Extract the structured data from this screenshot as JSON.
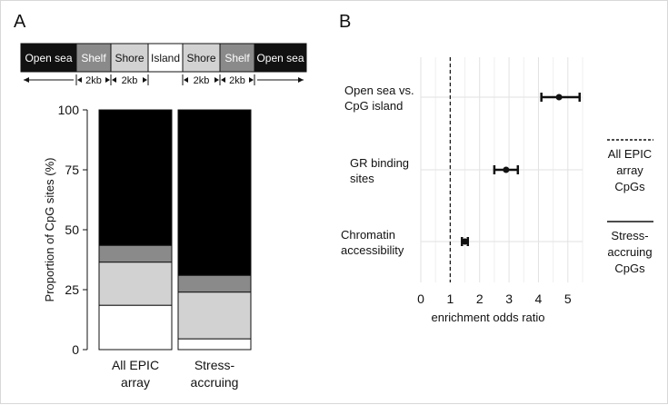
{
  "figure": {
    "panel_a_letter": "A",
    "panel_b_letter": "B"
  },
  "region_diagram": {
    "segments": [
      {
        "label": "Open sea",
        "fill": "#111111",
        "text_color": "#ffffff"
      },
      {
        "label": "Shelf",
        "fill": "#8a8a8a",
        "text_color": "#ffffff"
      },
      {
        "label": "Shore",
        "fill": "#d2d2d2",
        "text_color": "#111111"
      },
      {
        "label": "Island",
        "fill": "#ffffff",
        "text_color": "#111111"
      },
      {
        "label": "Shore",
        "fill": "#d2d2d2",
        "text_color": "#111111"
      },
      {
        "label": "Shelf",
        "fill": "#8a8a8a",
        "text_color": "#ffffff"
      },
      {
        "label": "Open sea",
        "fill": "#111111",
        "text_color": "#ffffff"
      }
    ],
    "distance_labels": [
      "2kb",
      "2kb",
      "2kb",
      "2kb"
    ]
  },
  "chart_data": [
    {
      "type": "bar",
      "stacked": true,
      "panel": "A",
      "ylabel": "Proportion of CpG sites (%)",
      "ylim": [
        0,
        100
      ],
      "yticks": [
        "0",
        "25",
        "50",
        "75",
        "100"
      ],
      "categories": [
        {
          "line1": "All EPIC",
          "line2": "array"
        },
        {
          "line1": "Stress-",
          "line2": "accruing"
        }
      ],
      "series": [
        {
          "region": "Island",
          "color": "#ffffff",
          "values": [
            18.5,
            4.5
          ]
        },
        {
          "region": "Shore",
          "color": "#d2d2d2",
          "values": [
            18,
            19.5
          ]
        },
        {
          "region": "Shelf",
          "color": "#8a8a8a",
          "values": [
            7,
            7
          ]
        },
        {
          "region": "Open sea",
          "color": "#000000",
          "values": [
            56.5,
            69
          ]
        }
      ]
    },
    {
      "type": "scatter",
      "panel": "B",
      "xlabel": "enrichment odds ratio",
      "xlim": [
        0,
        5.5
      ],
      "xticks": [
        "0",
        "1",
        "2",
        "3",
        "4",
        "5"
      ],
      "reference_x": 1,
      "rows": [
        {
          "line1": "Open sea vs.",
          "line2": "CpG island",
          "estimate": 4.7,
          "ci_low": 4.1,
          "ci_high": 5.4
        },
        {
          "line1": "GR binding",
          "line2": "sites",
          "estimate": 2.9,
          "ci_low": 2.5,
          "ci_high": 3.3
        },
        {
          "line1": "Chromatin",
          "line2": "accessibility",
          "estimate": 1.5,
          "ci_low": 1.4,
          "ci_high": 1.6
        }
      ],
      "legend": [
        {
          "style": "dashed",
          "lines": [
            "All EPIC",
            "array",
            "CpGs"
          ]
        },
        {
          "style": "solid",
          "lines": [
            "Stress-",
            "accruing",
            "CpGs"
          ]
        }
      ]
    }
  ]
}
